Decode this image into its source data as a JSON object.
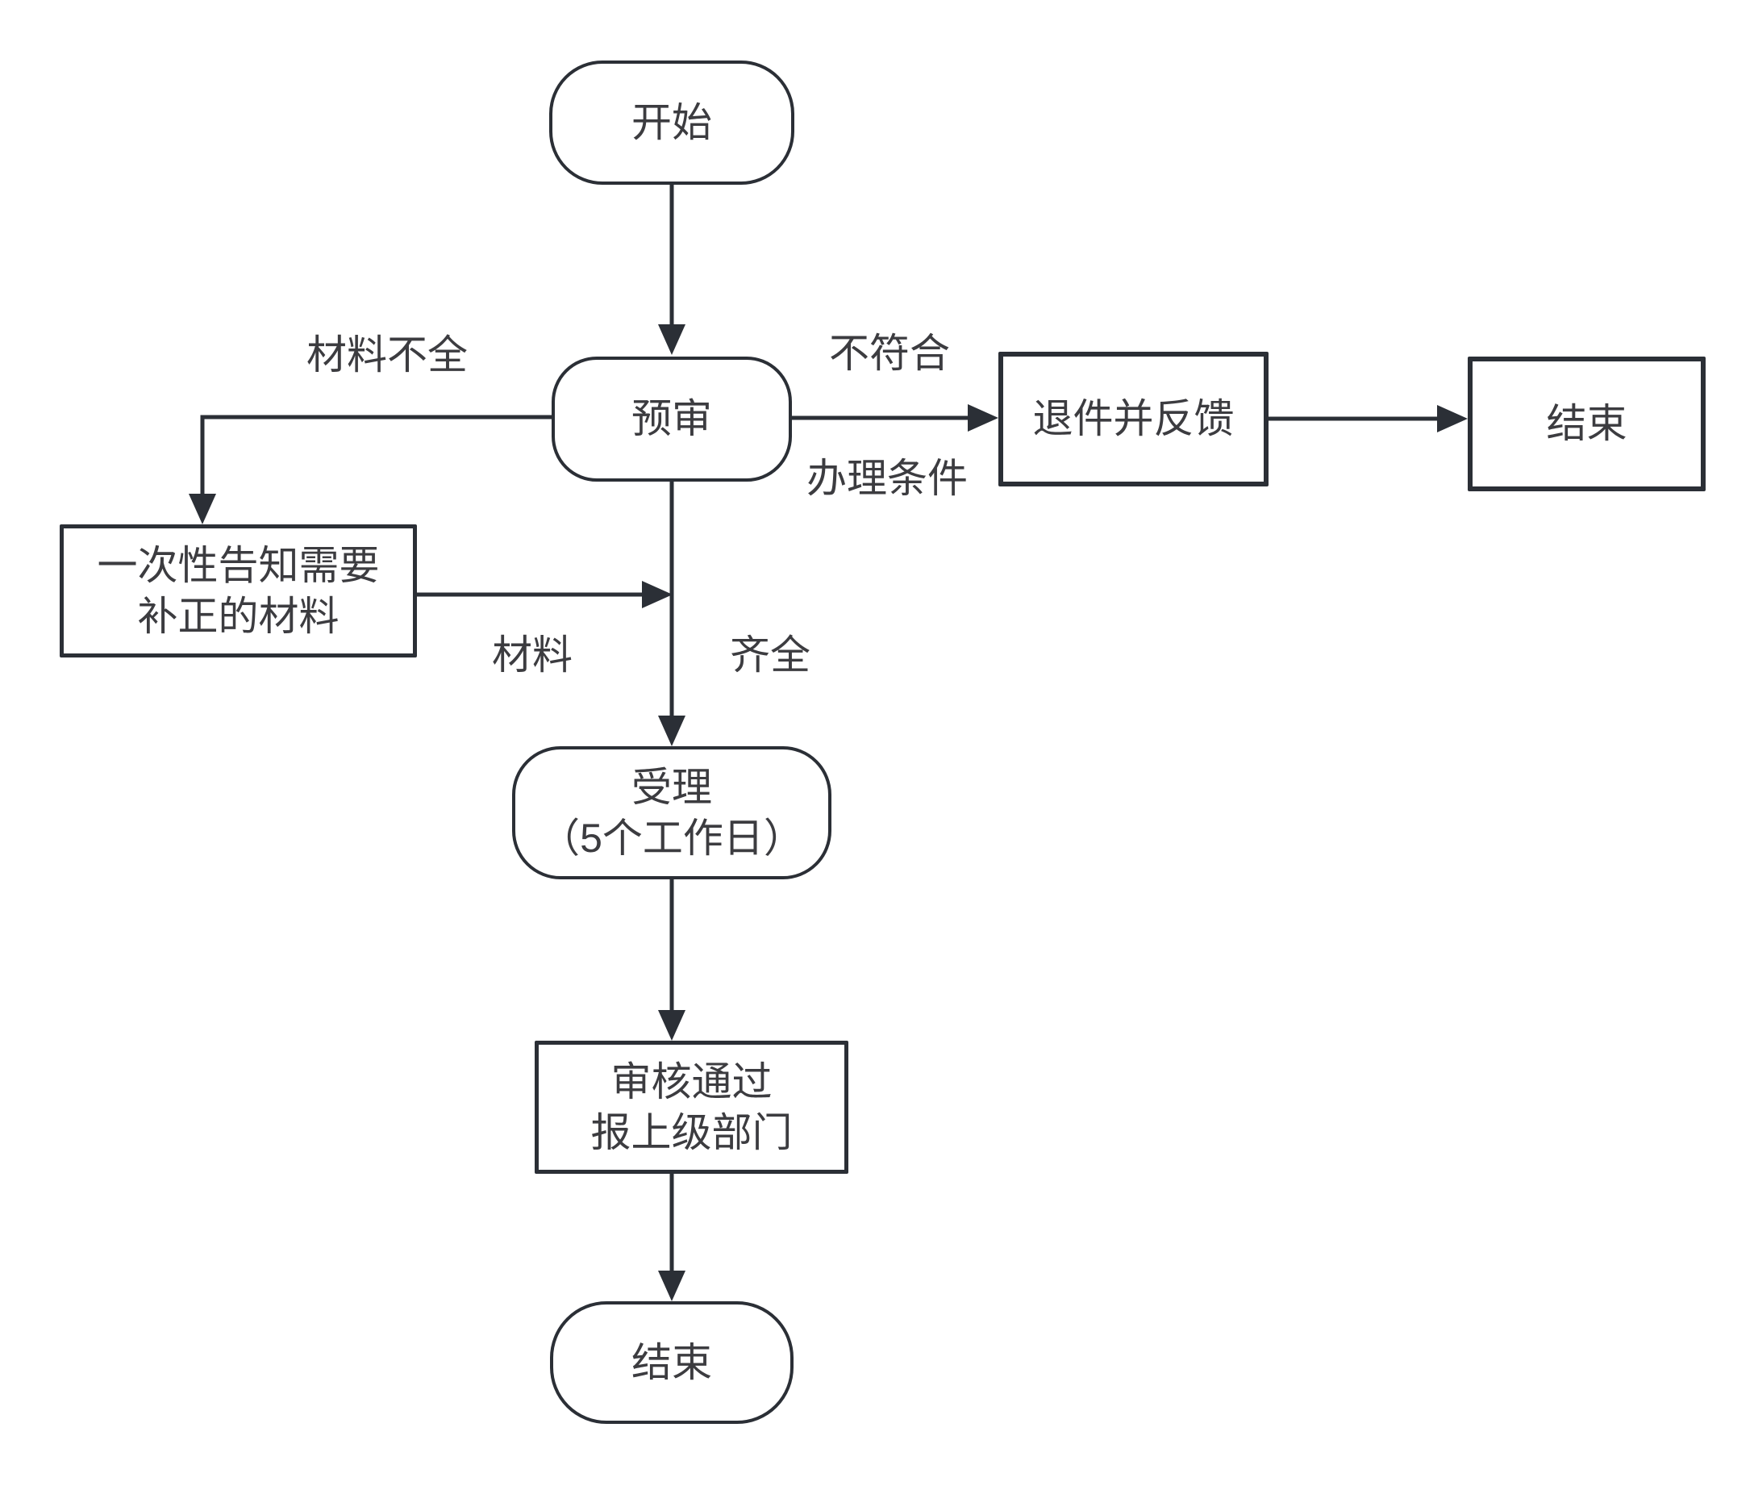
{
  "diagram": {
    "type": "flowchart",
    "background": "#FFFFFF",
    "stroke_color": "#2B2F36",
    "text_color": "#3C3C40",
    "nodes": {
      "start": {
        "shape": "rounded",
        "label": "开始"
      },
      "preliminary_review": {
        "shape": "rounded",
        "label": "预审"
      },
      "return_feedback": {
        "shape": "rectangle",
        "label": "退件并反馈"
      },
      "end_right": {
        "shape": "rectangle",
        "label": "结束"
      },
      "one_time_notify": {
        "shape": "rectangle",
        "line1": "一次性告知需要",
        "line2": "补正的材料"
      },
      "accept": {
        "shape": "rounded",
        "line1": "受理",
        "line2": "（5个工作日）"
      },
      "review_pass": {
        "shape": "rectangle",
        "line1": "审核通过",
        "line2": "报上级部门"
      },
      "end_bottom": {
        "shape": "rounded",
        "label": "结束"
      }
    },
    "edge_labels": {
      "materials_incomplete": "材料不全",
      "not_conform": "不符合",
      "handling_conditions": "办理条件",
      "materials": "材料",
      "complete": "齐全"
    }
  }
}
